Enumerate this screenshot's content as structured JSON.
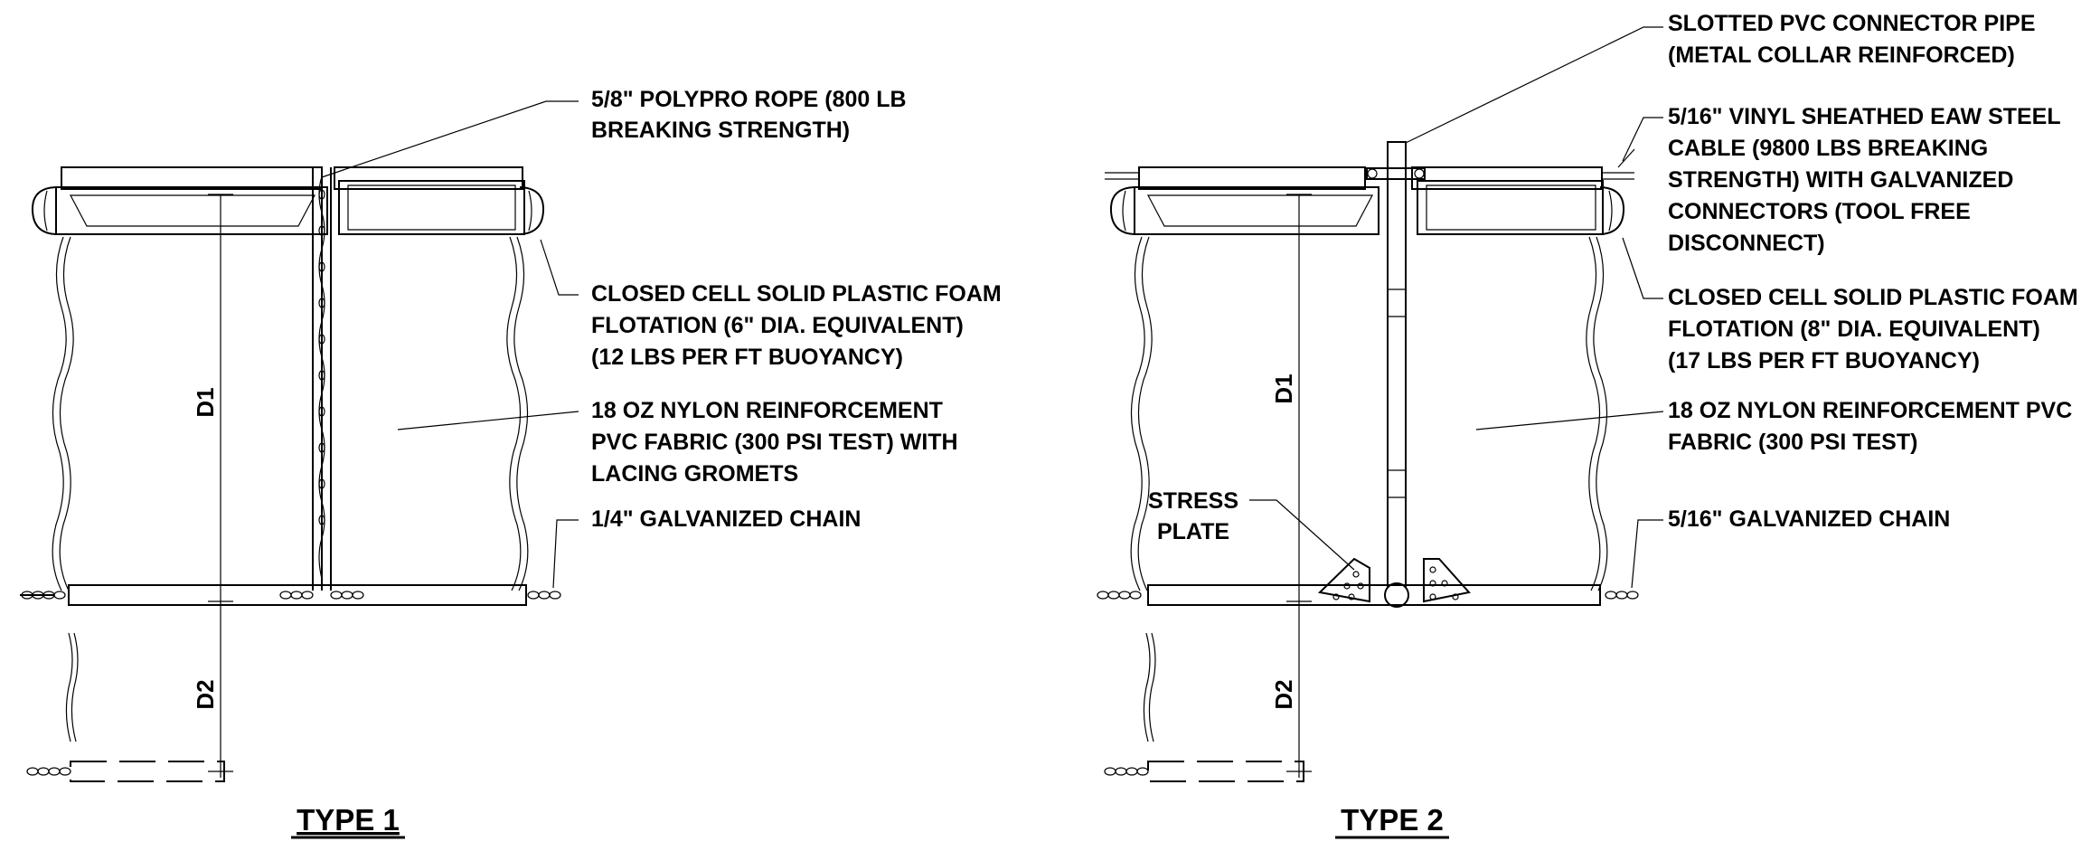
{
  "type1": {
    "title": "TYPE 1",
    "dim_d1": "D1",
    "dim_d2": "D2",
    "labels": {
      "rope": [
        "5/8\" POLYPRO ROPE (800 LB",
        "BREAKING STRENGTH)"
      ],
      "flotation": [
        "CLOSED CELL SOLID PLASTIC FOAM",
        "FLOTATION (6\" DIA.  EQUIVALENT)",
        "(12 LBS PER FT BUOYANCY)"
      ],
      "fabric": [
        "18 OZ NYLON REINFORCEMENT",
        "PVC FABRIC (300 PSI TEST) WITH",
        "LACING GROMETS"
      ],
      "chain": [
        "1/4\" GALVANIZED CHAIN"
      ]
    }
  },
  "type2": {
    "title": "TYPE 2",
    "dim_d1": "D1",
    "dim_d2": "D2",
    "labels": {
      "connector": [
        "SLOTTED PVC CONNECTOR PIPE",
        "(METAL COLLAR REINFORCED)"
      ],
      "cable": [
        "5/16\" VINYL SHEATHED EAW STEEL",
        "CABLE (9800 LBS BREAKING",
        "STRENGTH) WITH GALVANIZED",
        "CONNECTORS (TOOL FREE",
        "DISCONNECT)"
      ],
      "flotation": [
        "CLOSED CELL SOLID PLASTIC FOAM",
        "FLOTATION (8\" DIA.  EQUIVALENT)",
        "(17 LBS PER FT BUOYANCY)"
      ],
      "fabric": [
        "18 OZ NYLON REINFORCEMENT PVC",
        "FABRIC (300 PSI TEST)"
      ],
      "stress_plate": [
        "STRESS",
        "PLATE"
      ],
      "chain": [
        "5/16\" GALVANIZED CHAIN"
      ]
    }
  }
}
